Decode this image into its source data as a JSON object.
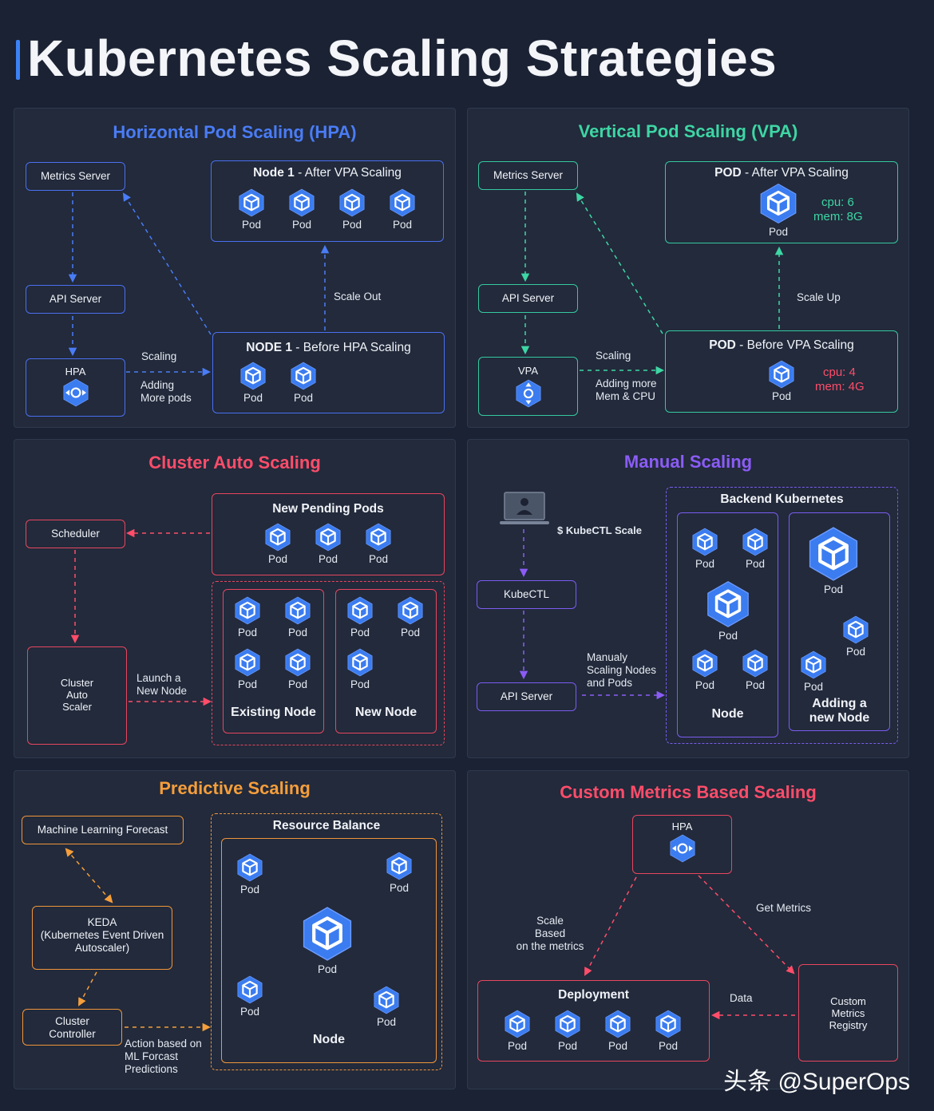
{
  "title": "Kubernetes Scaling Strategies",
  "watermark": "头条 @SuperOps",
  "colors": {
    "hpa": "#4a7cf6",
    "vpa": "#3ed6a4",
    "cluster": "#ff4d6a",
    "manual": "#8b5cf6",
    "predictive": "#f59e3b",
    "custom": "#ff4d6a",
    "pod_hex": "#3b7cf0"
  },
  "hpa": {
    "title": "Horizontal Pod Scaling (HPA)",
    "metrics_server": "Metrics Server",
    "api_server": "API Server",
    "hpa": "HPA",
    "after_node_bold": "Node 1",
    "after_node_rest": " - After VPA Scaling",
    "before_node_bold": "NODE 1",
    "before_node_rest": " - Before HPA Scaling",
    "scale_out": "Scale Out",
    "scaling": "Scaling",
    "adding_pods": "Adding\nMore pods",
    "pod": "Pod"
  },
  "vpa": {
    "title": "Vertical Pod Scaling (VPA)",
    "metrics_server": "Metrics Server",
    "api_server": "API Server",
    "vpa": "VPA",
    "after_bold": "POD",
    "after_rest": " - After VPA Scaling",
    "after_cpu": "cpu: 6",
    "after_mem": "mem: 8G",
    "before_bold": "POD",
    "before_rest": " - Before VPA Scaling",
    "before_cpu": "cpu: 4",
    "before_mem": "mem: 4G",
    "scale_up": "Scale Up",
    "scaling": "Scaling",
    "adding": "Adding more\nMem & CPU",
    "pod": "Pod"
  },
  "cluster": {
    "title": "Cluster Auto Scaling",
    "scheduler": "Scheduler",
    "cas": "Cluster\nAuto\nScaler",
    "launch": "Launch a\nNew Node",
    "pending": "New Pending Pods",
    "existing": "Existing Node",
    "new_node": "New Node",
    "pod": "Pod"
  },
  "manual": {
    "title": "Manual Scaling",
    "cmd": "$ KubeCTL Scale",
    "kubectl": "KubeCTL",
    "api_server": "API Server",
    "manual_text": "Manualy\nScaling Nodes\nand Pods",
    "backend": "Backend Kubernetes",
    "node": "Node",
    "adding_node": "Adding a\nnew Node",
    "pod": "Pod"
  },
  "predictive": {
    "title": "Predictive Scaling",
    "ml": "Machine Learning Forecast",
    "keda": "KEDA\n(Kubernetes Event Driven\nAutoscaler)",
    "controller": "Cluster\nController",
    "action": "Action based on\nML Forcast\nPredictions",
    "resource": "Resource Balance",
    "node": "Node",
    "pod": "Pod"
  },
  "custom": {
    "title": "Custom Metrics Based Scaling",
    "hpa": "HPA",
    "get_metrics": "Get Metrics",
    "scale_based": "Scale\nBased\non the metrics",
    "deployment": "Deployment",
    "data": "Data",
    "registry": "Custom\nMetrics\nRegistry",
    "pod": "Pod"
  }
}
